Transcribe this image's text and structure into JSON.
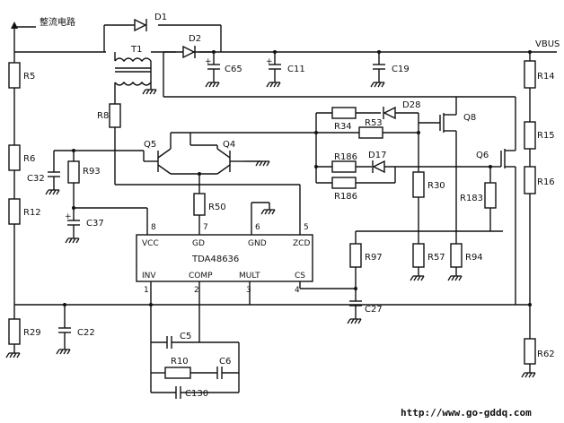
{
  "labels": {
    "rectifier": "整流电路",
    "vbus": "VBUS",
    "ic_name": "TDA48636",
    "url": "http://www.go-gddq.com"
  },
  "components": {
    "d1": "D1",
    "d2": "D2",
    "d17": "D17",
    "d28": "D28",
    "t1": "T1",
    "q4": "Q4",
    "q5": "Q5",
    "q6": "Q6",
    "q8": "Q8",
    "r5": "R5",
    "r6": "R6",
    "r8": "R8",
    "r10": "R10",
    "r12": "R12",
    "r14": "R14",
    "r15": "R15",
    "r16": "R16",
    "r29": "R29",
    "r30": "R30",
    "r34": "R34",
    "r50": "R50",
    "r53": "R53",
    "r57": "R57",
    "r62": "R62",
    "r93": "R93",
    "r94": "R94",
    "r97": "R97",
    "r183": "R183",
    "r186a": "R186",
    "r186b": "R186",
    "c5": "C5",
    "c6": "C6",
    "c11": "C11",
    "c19": "C19",
    "c22": "C22",
    "c27": "C27",
    "c32": "C32",
    "c37": "C37",
    "c65": "C65",
    "c130": "C130"
  },
  "ic_pins": {
    "vcc": "VCC",
    "gd": "GD",
    "gnd": "GND",
    "zcd": "ZCD",
    "inv": "INV",
    "comp": "COMP",
    "mult": "MULT",
    "cs": "CS",
    "n1": "1",
    "n2": "2",
    "n3": "3",
    "n4": "4",
    "n5": "5",
    "n6": "6",
    "n7": "7",
    "n8": "8"
  }
}
